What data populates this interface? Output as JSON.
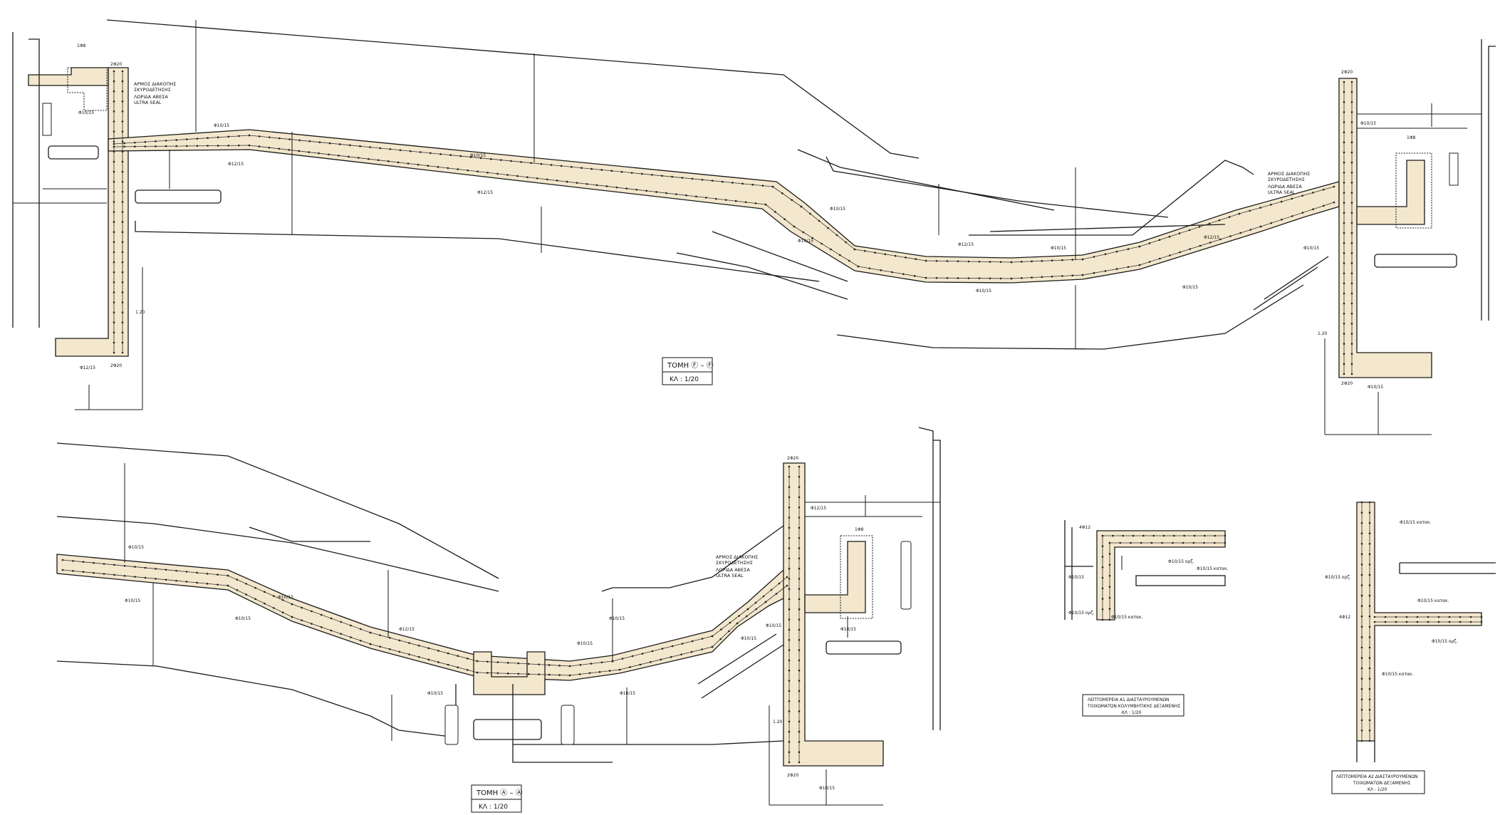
{
  "section_ff": {
    "title": "ΤΟΜΗ Ⓕ – Ⓕ",
    "scale": "ΚΛ : 1/20",
    "joint_left": {
      "line1": "ΑΡΜΟΣ ΔΙΑΚΟΠΗΣ",
      "line2": "ΣΚΥΡΟΔΕΤΗΣΗΣ",
      "line3": "ΛΩΡΙΔΑ ΑΒΕΣΑ",
      "line4": "ULTRA SEAL"
    },
    "joint_right": {
      "line1": "ΑΡΜΟΣ ΔΙΑΚΟΠΗΣ",
      "line2": "ΣΚΥΡΟΔΕΤΗΣΗΣ",
      "line3": "ΛΩΡΙΔΑ ΑΒΕΣΑ",
      "line4": "ULTRA SEAL"
    },
    "rebar": [
      "Φ10/15",
      "Φ12/15",
      "Φ10/15",
      "Φ12/15",
      "Φ10/15",
      "Φ10/15",
      "Φ12/15",
      "Φ10/15",
      "Φ10/15",
      "Φ10/15",
      "Φ12/15",
      "Φ10/15",
      "Φ10/15",
      "Φ10/15",
      "Φ12/15",
      "Φ10/15"
    ],
    "marks": [
      "2Φ20",
      "1Φ8",
      "2Φ20",
      "2Φ20",
      "1Φ8",
      "2Φ20"
    ],
    "dims": [
      "1.20",
      "1.20"
    ]
  },
  "section_aa": {
    "title": "ΤΟΜΗ Ⓐ – Ⓐ",
    "scale": "ΚΛ : 1/20",
    "joint": {
      "line1": "ΑΡΜΟΣ ΔΙΑΚΟΠΗΣ",
      "line2": "ΣΚΥΡΟΔΕΤΗΣΗΣ",
      "line3": "ΛΩΡΙΔΑ ΑΒΕΣΑ",
      "line4": "ULTRA SEAL"
    },
    "rebar": [
      "Φ10/15",
      "Φ10/15",
      "Φ10/15",
      "Φ10/15",
      "Φ12/15",
      "Φ10/15",
      "Φ10/15",
      "Φ10/15",
      "Φ10/15",
      "Φ10/15",
      "Φ10/15",
      "Φ12/15",
      "Φ10/15",
      "Φ10/15"
    ],
    "marks": [
      "2Φ20",
      "1Φ8",
      "2Φ20"
    ],
    "dims": [
      "1.20"
    ]
  },
  "detail_a1": {
    "caption_line1": "ΛΕΠΤΟΜΕΡΕΙΑ Α1 ΔΙΑΣΤΑΥΡΟΥΜΕΝΩΝ",
    "caption_line2": "ΤΟΙΧΩΜΑΤΩΝ ΚΟΛΥΜΒΗΤΙΚΗΣ ΔΕΞΑΜΕΝΗΣ",
    "caption_line3": "ΚΛ : 1/20",
    "labels": [
      "4Φ12",
      "Φ10/15",
      "Φ10/15 ορζ.",
      "Φ10/15 κατακ.",
      "Φ10/15 κατακ.",
      "Φ10/15 ορζ."
    ]
  },
  "detail_a2": {
    "caption_line1": "ΛΕΠΤΟΜΕΡΕΙΑ Α2 ΔΙΑΣΤΑΥΡΟΥΜΕΝΩΝ",
    "caption_line2": "ΤΟΙΧΩΜΑΤΩΝ ΔΕΞΑΜΕΝΗΣ",
    "caption_line3": "ΚΛ : 1/20",
    "labels": [
      "Φ10/15 κατακ.",
      "Φ10/15 ορζ.",
      "4Φ12",
      "Φ10/15 κατακ.",
      "Φ10/15 ορζ.",
      "Φ10/15 κατακ."
    ]
  }
}
